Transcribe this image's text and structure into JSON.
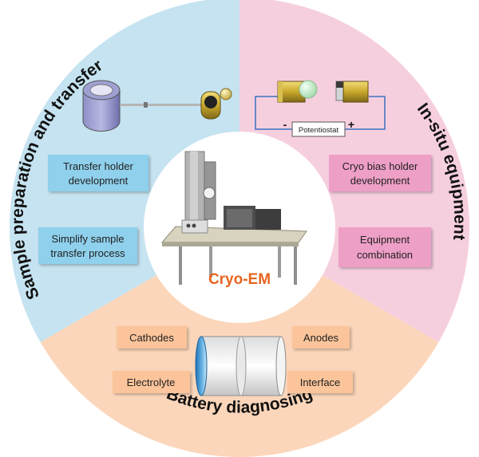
{
  "center": {
    "title": "Cryo-EM"
  },
  "sections": {
    "sample_prep": {
      "title": "Sample preparation and transfer",
      "boxes": [
        {
          "lines": [
            "Transfer holder",
            "development"
          ]
        },
        {
          "lines": [
            "Simplify sample",
            "transfer process"
          ]
        }
      ]
    },
    "in_situ": {
      "title": "In-situ equipment",
      "potentiostat": "Potentiostat",
      "minus": "-",
      "plus": "+",
      "boxes": [
        {
          "lines": [
            "Cryo bias holder",
            "development"
          ]
        },
        {
          "lines": [
            "Equipment",
            "combination"
          ]
        }
      ]
    },
    "battery": {
      "title": "Battery diagnosing",
      "labels": [
        "Cathodes",
        "Electrolyte",
        "Anodes",
        "Interface"
      ]
    }
  },
  "colors": {
    "blue_sector": "#c5e3f1",
    "pink_sector": "#f6cfdf",
    "peach_sector": "#fbd6ba",
    "blue_box": "#8fd0ec",
    "pink_box": "#ee9fc6",
    "peach_box": "#fbc49a",
    "cryo_em_text": "#e8641f"
  }
}
